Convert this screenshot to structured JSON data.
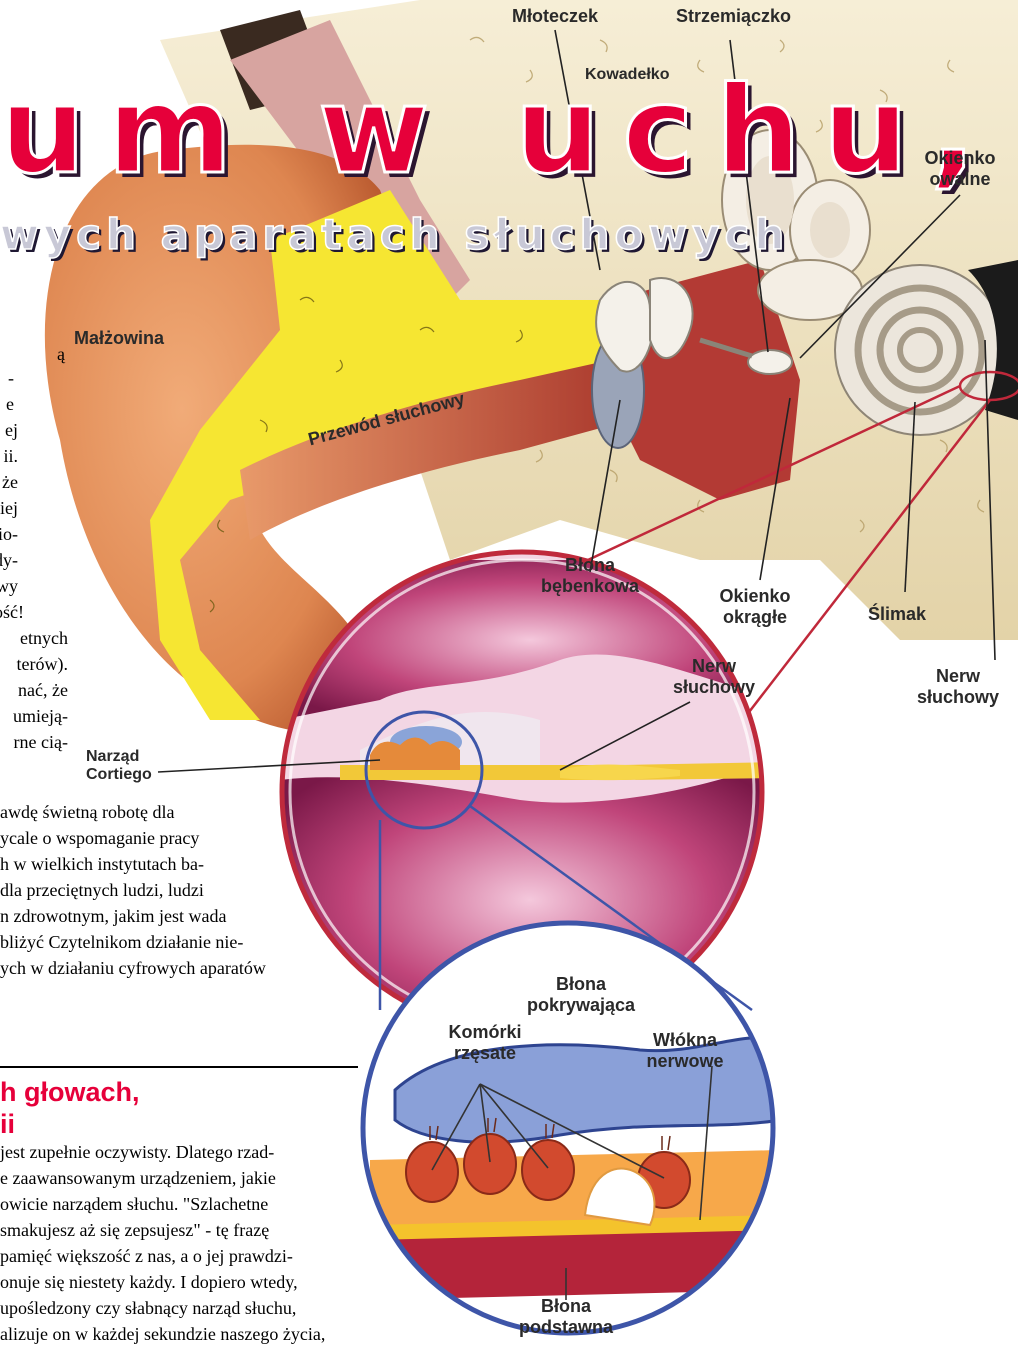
{
  "title": "um w uchu,",
  "subtitle": "wych aparatach słuchowych",
  "anatomy_labels": {
    "mloteczek": "Młoteczek",
    "kowadelko": "Kowadełko",
    "strzemiaczko": "Strzemiączko",
    "okienko_owalne": [
      "Okienko",
      "owalne"
    ],
    "malzowina": "Małżowina",
    "przewod_sluchowy": "Przewód słuchowy",
    "blona_bebenkowa": [
      "Błona",
      "bębenkowa"
    ],
    "okienko_okragle": [
      "Okienko",
      "okrągłe"
    ],
    "slimak": "Ślimak",
    "nerw_sluchowy_right": [
      "Nerw",
      "słuchowy"
    ],
    "nerw_sluchowy_center": [
      "Nerw",
      "słuchowy"
    ],
    "narzad_cortiego": [
      "Narząd",
      "Cortiego"
    ]
  },
  "detail_labels": {
    "blona_pokrywajaca": [
      "Błona",
      "pokrywająca"
    ],
    "komorki_rzesate": [
      "Komórki",
      "rzęsate"
    ],
    "wlokna_nerwowe": [
      "Włókna",
      "nerwowe"
    ],
    "blona_podstawna": [
      "Błona",
      "podstawna"
    ]
  },
  "column_text_top": [
    "ą",
    "-",
    "e",
    "ej",
    "ii.",
    "że",
    "iej",
    "dio-",
    "edy-",
    "rowy",
    "pność!",
    "etnych",
    "terów).",
    "nać, że",
    "umieją-",
    "rne cią-"
  ],
  "column_text_wide": [
    "awdę świetną robotę  dla",
    "ycale o wspomaganie pracy",
    "h w wielkich instytutach ba-",
    " dla przeciętnych ludzi, ludzi",
    "n zdrowotnym, jakim jest wada",
    "bliżyć Czytelnikom działanie nie-",
    "ych w działaniu cyfrowych aparatów"
  ],
  "section_heading": [
    "h głowach,",
    "ii"
  ],
  "section_text": [
    "jest zupełnie oczywisty. Dlatego rzad-",
    "e zaawansowanym urządzeniem, jakie",
    "owicie narządem słuchu. \"Szlachetne",
    "smakujesz aż się zepsujesz\" - tę frazę",
    "pamięć większość z nas, a o jej prawdzi-",
    "onuje się niestety każdy. I dopiero wtedy,",
    "upośledzony czy słabnący narząd słuchu,",
    "alizuje on w każdej sekundzie naszego życia,"
  ],
  "colors": {
    "title_red": "#e6003a",
    "skin": "#e0895a",
    "bone": "#efe4c4",
    "cartilage_yellow": "#f6e632",
    "callout_red": "#c0283a",
    "callout_blue": "#3e55a8"
  }
}
